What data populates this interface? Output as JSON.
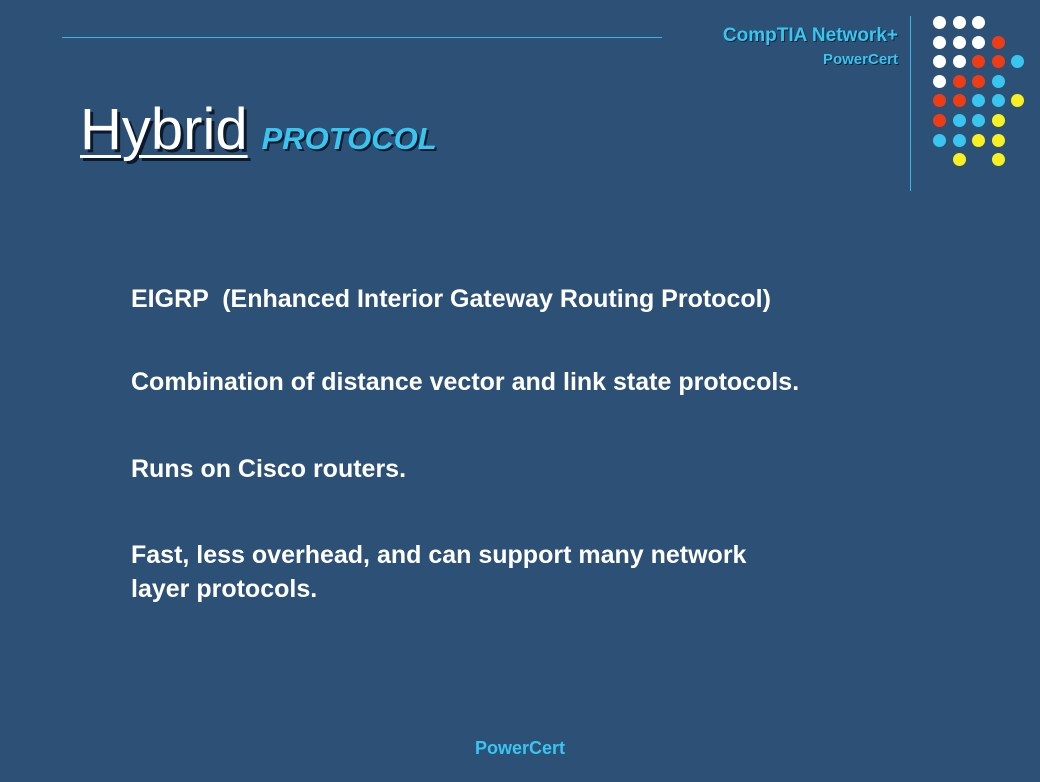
{
  "header": {
    "brand_title": "CompTIA Network+",
    "brand_subtitle": "PowerCert"
  },
  "title": {
    "main": "Hybrid",
    "sub": "PROTOCOL"
  },
  "bullets": [
    "EIGRP  (Enhanced Interior Gateway Routing Protocol)",
    "Combination of distance vector and link state protocols.",
    "Runs on Cisco routers.",
    "Fast, less overhead, and can support many network\nlayer protocols."
  ],
  "footer": {
    "text": "PowerCert"
  },
  "colors": {
    "background": "#2c5076",
    "accent_blue": "#38c6f0",
    "dot_white": "#ffffff",
    "dot_red": "#f03c14",
    "dot_blue": "#38c6f0",
    "dot_yellow": "#f8f020"
  },
  "dot_grid": [
    [
      "white",
      "white",
      "white",
      "",
      ""
    ],
    [
      "white",
      "white",
      "white",
      "red",
      ""
    ],
    [
      "white",
      "white",
      "red",
      "red",
      "blue"
    ],
    [
      "white",
      "red",
      "red",
      "blue",
      ""
    ],
    [
      "red",
      "red",
      "blue",
      "blue",
      "yellow"
    ],
    [
      "red",
      "blue",
      "blue",
      "yellow",
      ""
    ],
    [
      "blue",
      "blue",
      "yellow",
      "yellow",
      ""
    ],
    [
      "",
      "yellow",
      "",
      "yellow",
      ""
    ]
  ]
}
